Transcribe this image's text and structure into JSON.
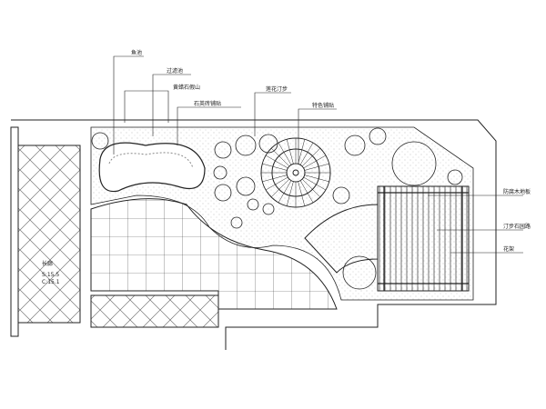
{
  "labels": {
    "fish_pond": "鱼池",
    "filter_pond": "过滤池",
    "rockery": "黄蜡石假山",
    "quartz_tile": "石英砖铺贴",
    "lotus_steps": "莲花汀步",
    "feature_paving": "特色铺贴",
    "wood_deck": "防腐木地板",
    "stepping_path": "汀步石园路",
    "pergola": "花架",
    "corridor": "长廊",
    "level_s": "S:15.5",
    "level_c": "C:15.1"
  },
  "colors": {
    "line": "#222222",
    "hatch": "#555555"
  }
}
